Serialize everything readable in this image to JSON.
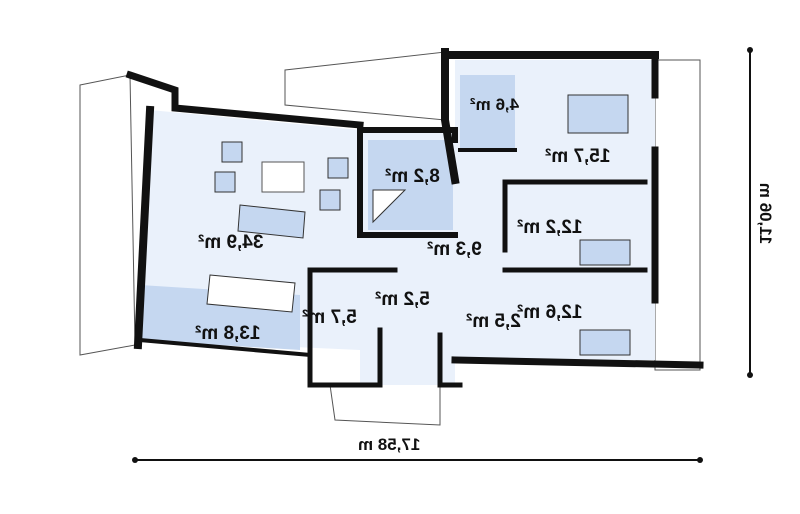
{
  "rooms": [
    {
      "id": "bathroom-small",
      "area": "4,6 m²"
    },
    {
      "id": "bedroom-master",
      "area": "15,7 m²"
    },
    {
      "id": "bathroom",
      "area": "8,2 m²"
    },
    {
      "id": "bedroom-2",
      "area": "12,2 m²"
    },
    {
      "id": "living-room",
      "area": "34,9 m²"
    },
    {
      "id": "hall",
      "area": "9,3 m²"
    },
    {
      "id": "vestibule",
      "area": "5,2 m²"
    },
    {
      "id": "utility",
      "area": "5,7 m²"
    },
    {
      "id": "closet",
      "area": "2,5 m²"
    },
    {
      "id": "bedroom-3",
      "area": "12,6 m²"
    },
    {
      "id": "kitchen",
      "area": "13,8 m²"
    }
  ],
  "dimensions": {
    "width": "17,58 m",
    "depth": "11,06 m"
  },
  "colors": {
    "floor": "#eaf1fb",
    "accent": "#c5d7f0",
    "wall": "#111111"
  }
}
